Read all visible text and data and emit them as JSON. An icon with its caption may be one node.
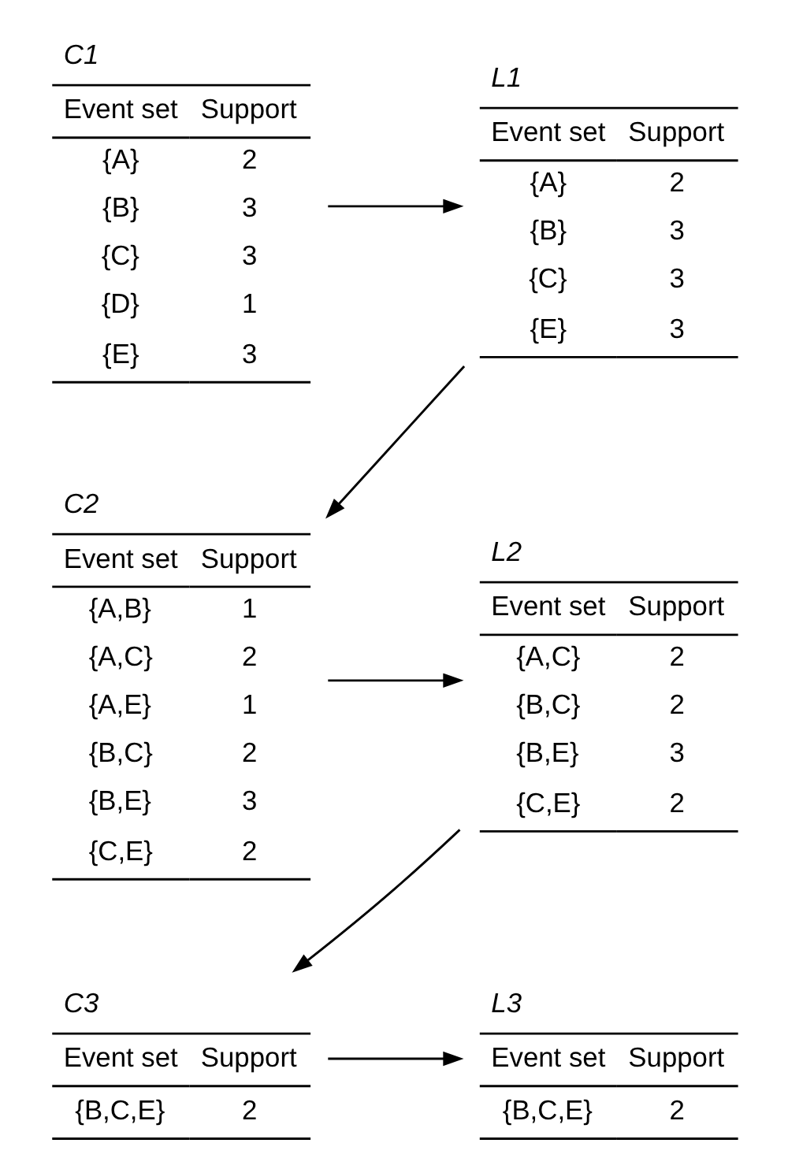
{
  "diagram": {
    "nodes": [
      {
        "text": [
          "C1",
          "Event set",
          "Support",
          "{A}",
          "2",
          "{B}",
          "3",
          "{C}",
          "3",
          "{D}",
          "1",
          "{E}",
          "3"
        ]
      },
      {
        "text": [
          "L1",
          "Event set",
          "Support",
          "{A}",
          "2",
          "{B}",
          "3",
          "{C}",
          "3",
          "{E}",
          "3"
        ]
      },
      {
        "text": [
          "C2",
          "Event set",
          "Support",
          "{A,B}",
          "1",
          "{A,C}",
          "2",
          "{A,E}",
          "1",
          "{B,C}",
          "2",
          "{B,E}",
          "3",
          "{C,E}",
          "2"
        ]
      },
      {
        "text": [
          "L2",
          "Event set",
          "Support",
          "{A,C}",
          "2",
          "{B,C}",
          "2",
          "{B,E}",
          "3",
          "{C,E}",
          "2"
        ]
      },
      {
        "text": [
          "C3",
          "Event set",
          "Support",
          "{B,C,E}",
          "2"
        ]
      },
      {
        "text": [
          "L3",
          "Event set",
          "Support",
          "{B,C,E}",
          "2"
        ]
      }
    ],
    "edges": [
      {
        "from": 0,
        "to": 1,
        "arrow": "to"
      },
      {
        "from": 1,
        "to": 2,
        "arrow": "to"
      },
      {
        "from": 2,
        "to": 3,
        "arrow": "to"
      },
      {
        "from": 3,
        "to": 4,
        "arrow": "to"
      },
      {
        "from": 4,
        "to": 5,
        "arrow": "to"
      }
    ]
  }
}
